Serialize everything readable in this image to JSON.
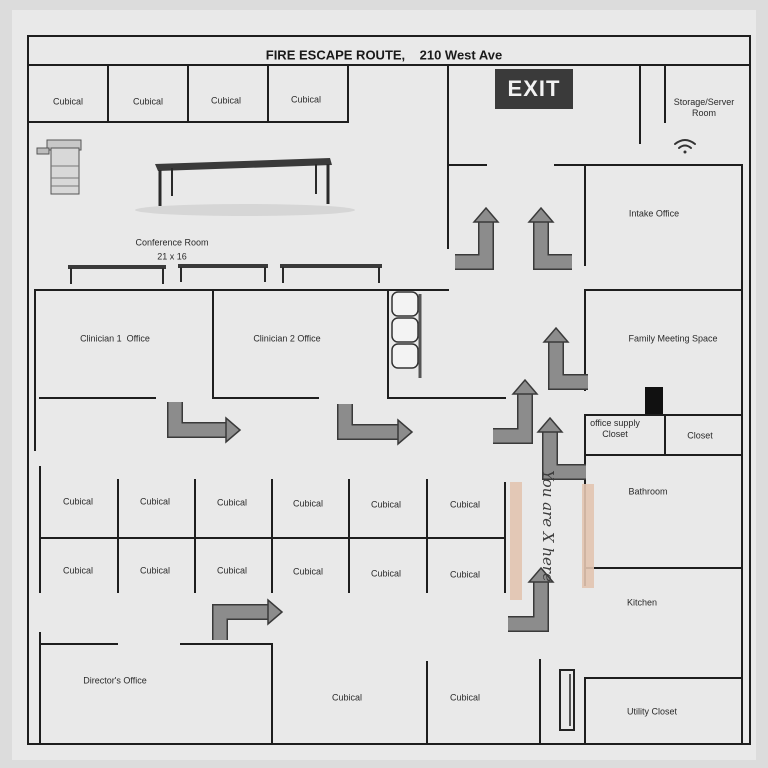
{
  "title": "FIRE ESCAPE ROUTE,    210 West Ave",
  "exit_sign": "EXIT",
  "handwritten_note": "You are X here",
  "rooms": {
    "cubical_top_1": "Cubical",
    "cubical_top_2": "Cubical",
    "cubical_top_3": "Cubical",
    "cubical_top_4": "Cubical",
    "storage_server": "Storage/Server Room",
    "conference_room": "Conference Room",
    "conference_size": "21 x 16",
    "intake_office": "Intake Office",
    "clinician_1": "Clinician 1  Office",
    "clinician_2": "Clinician 2 Office",
    "family_meeting": "Family Meeting Space",
    "office_supply_closet": "office supply Closet",
    "closet": "Closet",
    "bathroom": "Bathroom",
    "kitchen": "Kitchen",
    "utility_closet": "Utility Closet",
    "directors_office": "Director's Office",
    "cubical_bottom_1": "Cubical",
    "cubical_bottom_2": "Cubical",
    "cubical_grid": [
      [
        "Cubical",
        "Cubical",
        "Cubical",
        "Cubical",
        "Cubical",
        "Cubical"
      ],
      [
        "Cubical",
        "Cubical",
        "Cubical",
        "Cubical",
        "Cubical",
        "Cubical"
      ]
    ]
  },
  "colors": {
    "paper": "#e9e9e9",
    "wall": "#1e1e1e",
    "arrow_fill": "#8c8c8c",
    "arrow_stroke": "#3a3a3a",
    "exit_sign_bg": "#3a3a3a",
    "tape": "#e2c4b0"
  },
  "icons": [
    "printer-icon",
    "wifi-icon",
    "conference-table-icon",
    "bench-icon",
    "chairs-icon",
    "exit-arrow-icon"
  ]
}
